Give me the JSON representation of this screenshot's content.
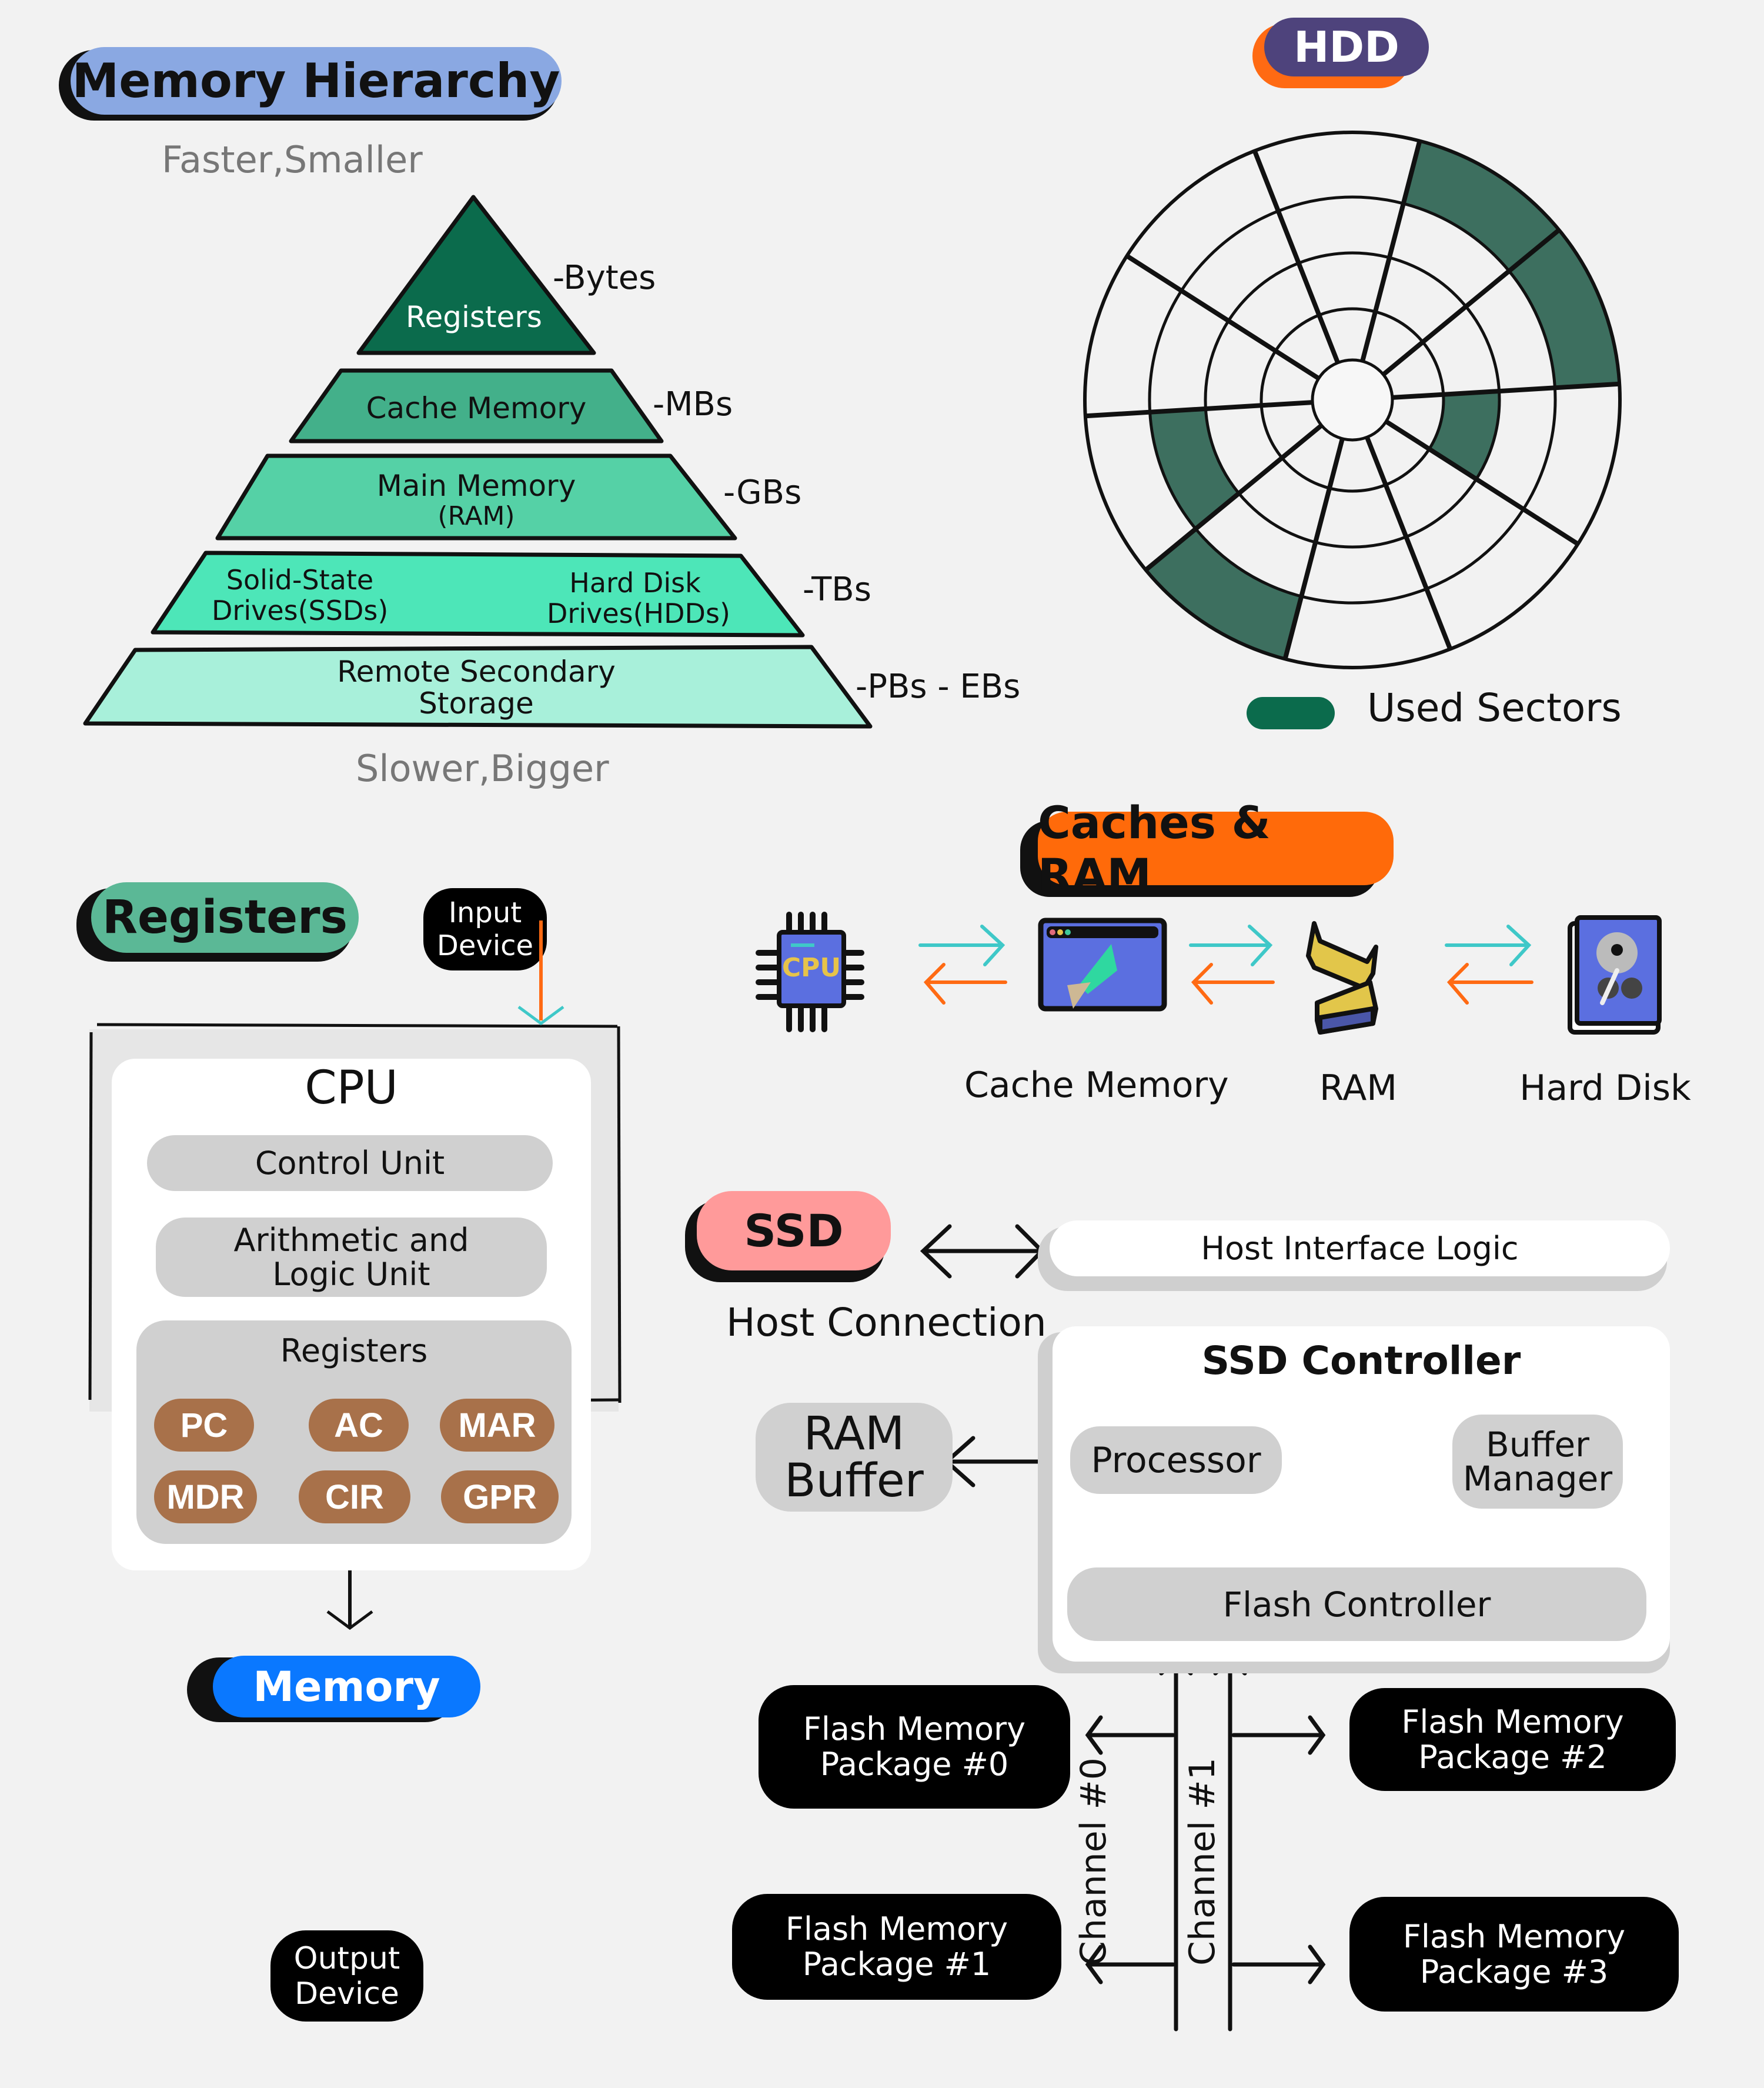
{
  "hierarchy": {
    "title": "Memory Hierarchy",
    "top_note": "Faster,Smaller",
    "bottom_note": "Slower,Bigger",
    "levels": [
      {
        "label": "Registers",
        "size": "-Bytes",
        "color": "#0b6b4c"
      },
      {
        "label": "Cache Memory",
        "size": "-MBs",
        "color": "#43b08a"
      },
      {
        "label_line1": "Main Memory",
        "label_line2": "(RAM)",
        "size": "-GBs",
        "color": "#55d1a6"
      },
      {
        "left_line1": "Solid-State",
        "left_line2": "Drives(SSDs)",
        "right_line1": "Hard Disk",
        "right_line2": "Drives(HDDs)",
        "size": "-TBs",
        "color": "#4de6b8"
      },
      {
        "label_line1": "Remote Secondary",
        "label_line2": "Storage",
        "size": "-PBs - EBs",
        "color": "#a8f0da"
      }
    ]
  },
  "hdd": {
    "title": "HDD",
    "legend": "Used Sectors",
    "used_color": "#3d6f5f",
    "legend_color": "#0b6b4c",
    "rings": 4,
    "sectors": 10
  },
  "registers_section": {
    "title": "Registers",
    "input_device": [
      "Input",
      "Device"
    ],
    "cpu_label": "CPU",
    "control_unit": "Control Unit",
    "alu": [
      "Arithmetic and",
      "Logic Unit"
    ],
    "registers_label": "Registers",
    "chips": [
      "PC",
      "AC",
      "MAR",
      "MDR",
      "CIR",
      "GPR"
    ],
    "memory": "Memory",
    "output_device": [
      "Output",
      "Device"
    ]
  },
  "caches": {
    "title": "Caches & RAM",
    "cpu_chip_text": "CPU",
    "labels": [
      "Cache Memory",
      "RAM",
      "Hard Disk"
    ]
  },
  "ssd": {
    "title": "SSD",
    "host_connection": "Host Connection",
    "host_interface": "Host Interface Logic",
    "controller": "SSD Controller",
    "ram_buffer": [
      "RAM",
      "Buffer"
    ],
    "processor": "Processor",
    "buffer_manager": [
      "Buffer",
      "Manager"
    ],
    "flash_controller": "Flash Controller",
    "channels": [
      "Channel #0",
      "Channel #1"
    ],
    "packages": [
      [
        "Flash Memory",
        "Package #0"
      ],
      [
        "Flash Memory",
        "Package #1"
      ],
      [
        "Flash Memory",
        "Package #2"
      ],
      [
        "Flash Memory",
        "Package #3"
      ]
    ]
  }
}
